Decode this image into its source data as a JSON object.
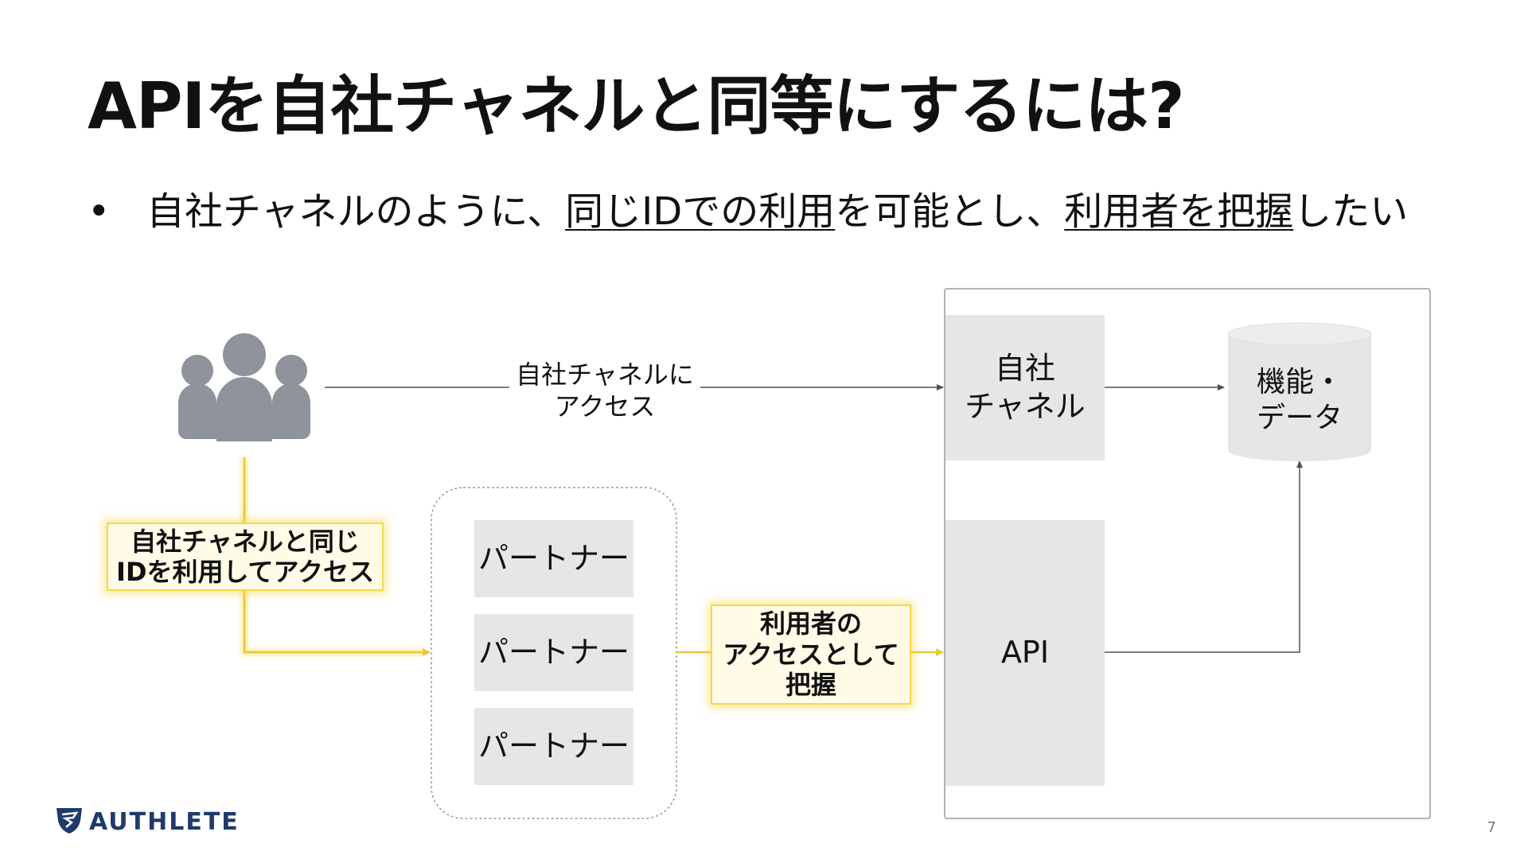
{
  "title": "APIを自社チャネルと同等にするには?",
  "bullet": {
    "p1": "自社チャネルのように、",
    "u1": "同じIDでの利用",
    "p2": "を可能とし、",
    "u2": "利用者を把握",
    "p3": "したい"
  },
  "diagram": {
    "arrow_top_label_1": "自社チャネルに",
    "arrow_top_label_2": "アクセス",
    "own_channel_1": "自社",
    "own_channel_2": "チャネル",
    "data_store_1": "機能・",
    "data_store_2": "データ",
    "left_highlight_1": "自社チャネルと同じ",
    "left_highlight_2": "IDを利用してアクセス",
    "partners": [
      "パートナー",
      "パートナー",
      "パートナー"
    ],
    "mid_highlight_1": "利用者の",
    "mid_highlight_2": "アクセスとして",
    "mid_highlight_3": "把握",
    "api": "API"
  },
  "footer": {
    "logo": "AUTHLETE",
    "page_number": "7"
  },
  "colors": {
    "users_icon": "#8e939c",
    "box_fill": "#e6e6e6",
    "highlight_fill": "#fffbe6",
    "highlight_glow": "#f5d84a",
    "arrow": "#4a5160",
    "logo": "#1f3a6b"
  }
}
